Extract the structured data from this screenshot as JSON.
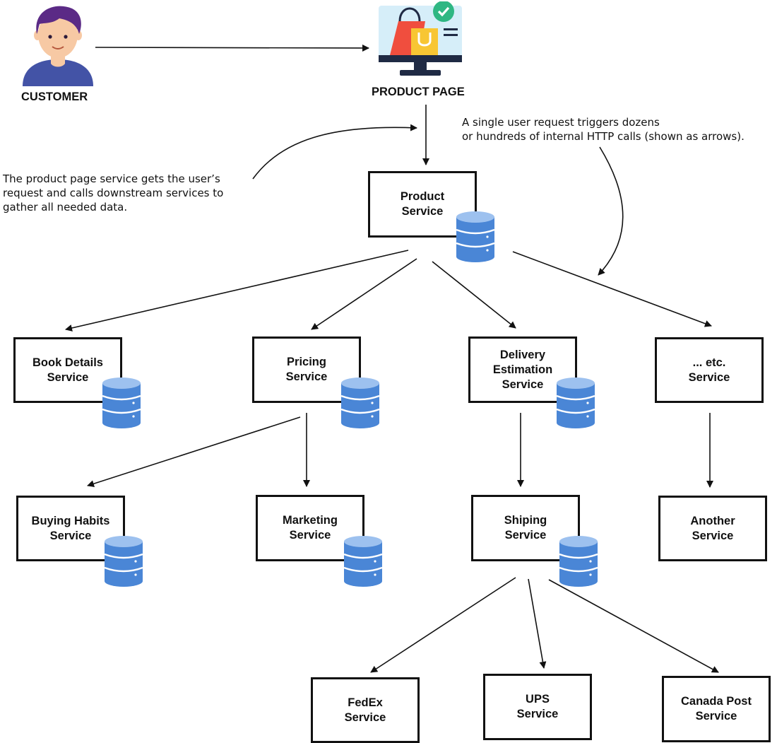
{
  "customer": {
    "label": "CUSTOMER"
  },
  "product_page": {
    "label": "PRODUCT PAGE"
  },
  "notes": {
    "left": "The product page service gets the user’s\nrequest and calls downstream services to\ngather all needed data.",
    "right": "A single user request triggers dozens\nor hundreds of internal HTTP calls (shown as arrows)."
  },
  "services": {
    "product": "Product\nService",
    "book_details": "Book Details\nService",
    "pricing": "Pricing\nService",
    "delivery": "Delivery\nEstimation\nService",
    "etc": "... etc.\nService",
    "buying_habits": "Buying Habits\nService",
    "marketing": "Marketing\nService",
    "shiping": "Shiping\nService",
    "another": "Another\nService",
    "fedex": "FedEx\nService",
    "ups": "UPS\nService",
    "canada_post": "Canada Post\nService"
  },
  "colors": {
    "database": "#4a86d6",
    "database_light": "#9dc1ef",
    "bag_red": "#f04e3e",
    "bag_yellow": "#f8c633",
    "screen": "#d6eef9",
    "check": "#2fb783",
    "shirt": "#4353a6",
    "hair": "#5b2a86",
    "skin": "#f7c9a4"
  },
  "icons": {
    "customer": "person-icon",
    "product_page": "shopping-monitor-icon",
    "database": "database-icon"
  }
}
